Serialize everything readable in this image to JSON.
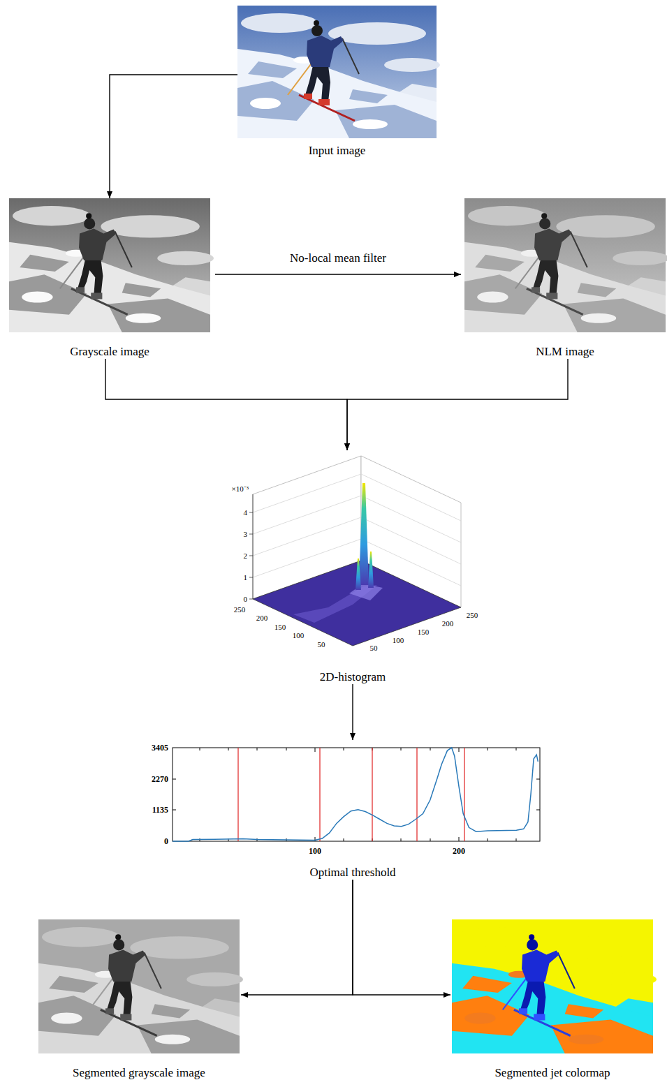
{
  "diagram": {
    "nodes": [
      {
        "text": [
          "Input image"
        ]
      },
      {
        "text": [
          "Grayscale image"
        ]
      },
      {
        "text": [
          "NLM image"
        ]
      },
      {
        "text": [
          "2D-histogram"
        ]
      },
      {
        "text": [
          "Optimal threshold"
        ]
      },
      {
        "text": [
          "Segmented grayscale image"
        ]
      },
      {
        "text": [
          "Segmented jet colormap"
        ]
      }
    ],
    "edges": [
      {
        "from": 0,
        "to": 1,
        "arrow": "to"
      },
      {
        "from": 1,
        "to": 2,
        "label": "No-local mean filter",
        "arrow": "to"
      },
      {
        "from": 1,
        "to": 3,
        "arrow": "to"
      },
      {
        "from": 2,
        "to": 3,
        "arrow": "to"
      },
      {
        "from": 3,
        "to": 4,
        "arrow": "to"
      },
      {
        "from": 4,
        "to": 5,
        "arrow": "to"
      },
      {
        "from": 4,
        "to": 6,
        "arrow": "to"
      }
    ],
    "labels": [
      "×10⁻³",
      "4",
      "3",
      "2",
      "1",
      "0",
      "250",
      "200",
      "150",
      "100",
      "50",
      "50",
      "100",
      "150",
      "200",
      "250",
      "3405",
      "2270",
      "1135",
      "0",
      "100",
      "200"
    ]
  }
}
